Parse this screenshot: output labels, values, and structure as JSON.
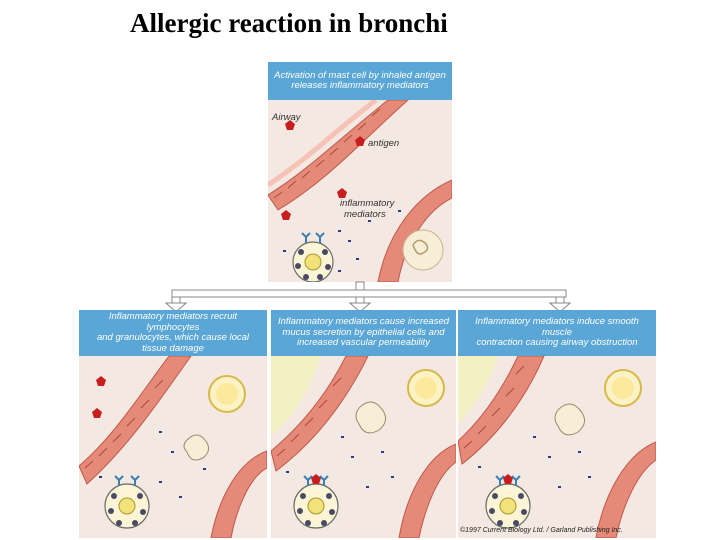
{
  "title": "Allergic reaction in bronchi",
  "top_panel": {
    "caption_line1": "Activation of mast cell by inhaled antigen",
    "caption_line2": "releases inflammatory mediators",
    "label_airway": "Airway",
    "label_antigen": "antigen",
    "label_mediators_1": "inflammatory",
    "label_mediators_2": "mediators"
  },
  "bottom_panels": [
    {
      "caption_line1": "Inflammatory mediators recruit lymphocytes",
      "caption_line2": "and granulocytes, which cause local",
      "caption_line3": "tissue damage"
    },
    {
      "caption_line1": "Inflammatory mediators cause increased",
      "caption_line2": "mucus secretion by epithelial cells and",
      "caption_line3": "increased vascular permeability"
    },
    {
      "caption_line1": "Inflammatory mediators induce smooth muscle",
      "caption_line2": "contraction causing airway obstruction",
      "caption_line3": ""
    }
  ],
  "credit": "©1997 Current Biology Ltd. / Garland Publishing Inc.",
  "colors": {
    "caption_bg": "#5aa6d6",
    "tissue_bg": "#f4e8e2",
    "vessel_wall": "#e07a68",
    "antigen": "#c81e1e",
    "mediator": "#2a3a8c"
  }
}
